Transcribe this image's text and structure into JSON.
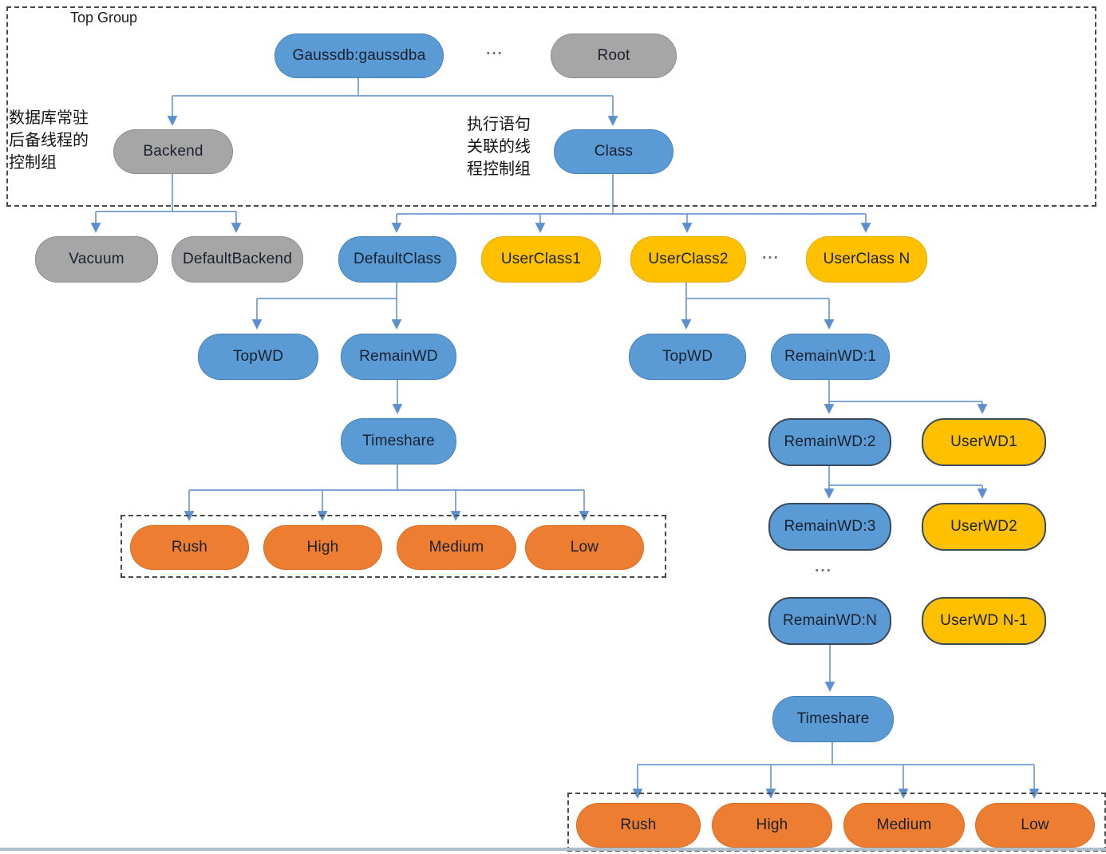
{
  "diagram": {
    "top_group_label": "Top Group",
    "ellipsis": "...",
    "notes": {
      "backend": [
        "数据库常驻",
        "后备线程的",
        "控制组"
      ],
      "class": [
        "执行语句",
        "关联的线",
        "程控制组"
      ]
    },
    "colors": {
      "blue": "#5B9BD5",
      "gray": "#A6A6A6",
      "yellow": "#FFC000",
      "orange": "#ED7D31",
      "line": "#6f9bd2",
      "arrow": "#5b8fd0",
      "outline": "#3a4a5c",
      "dash": "#4a4a4a",
      "divider": "#afbecf"
    },
    "nodes": [
      {
        "id": "gaussdb",
        "label": "Gaussdb:gaussdba",
        "type": "blue"
      },
      {
        "id": "root",
        "label": "Root",
        "type": "gray"
      },
      {
        "id": "backend",
        "label": "Backend",
        "type": "gray"
      },
      {
        "id": "class",
        "label": "Class",
        "type": "blue"
      },
      {
        "id": "vacuum",
        "label": "Vacuum",
        "type": "gray"
      },
      {
        "id": "default-backend",
        "label": "DefaultBackend",
        "type": "gray"
      },
      {
        "id": "default-class",
        "label": "DefaultClass",
        "type": "blue"
      },
      {
        "id": "user-class-1",
        "label": "UserClass1",
        "type": "yellow"
      },
      {
        "id": "user-class-2",
        "label": "UserClass2",
        "type": "yellow"
      },
      {
        "id": "user-class-n",
        "label": "UserClass N",
        "type": "yellow"
      },
      {
        "id": "topwd-left",
        "label": "TopWD",
        "type": "blue"
      },
      {
        "id": "remainwd",
        "label": "RemainWD",
        "type": "blue"
      },
      {
        "id": "topwd-right",
        "label": "TopWD",
        "type": "blue"
      },
      {
        "id": "remainwd-1",
        "label": "RemainWD:1",
        "type": "blue"
      },
      {
        "id": "timeshare-left",
        "label": "Timeshare",
        "type": "blue"
      },
      {
        "id": "remainwd-2",
        "label": "RemainWD:2",
        "type": "blue-outlined"
      },
      {
        "id": "userwd-1",
        "label": "UserWD1",
        "type": "yellow-outlined"
      },
      {
        "id": "remainwd-3",
        "label": "RemainWD:3",
        "type": "blue-outlined"
      },
      {
        "id": "userwd-2",
        "label": "UserWD2",
        "type": "yellow-outlined"
      },
      {
        "id": "remainwd-n",
        "label": "RemainWD:N",
        "type": "blue-outlined"
      },
      {
        "id": "userwd-n-1",
        "label": "UserWD N-1",
        "type": "yellow-outlined"
      },
      {
        "id": "timeshare-right",
        "label": "Timeshare",
        "type": "blue"
      },
      {
        "id": "rush-left",
        "label": "Rush",
        "type": "orange"
      },
      {
        "id": "high-left",
        "label": "High",
        "type": "orange"
      },
      {
        "id": "medium-left",
        "label": "Medium",
        "type": "orange"
      },
      {
        "id": "low-left",
        "label": "Low",
        "type": "orange"
      },
      {
        "id": "rush-bottom",
        "label": "Rush",
        "type": "orange"
      },
      {
        "id": "high-bottom",
        "label": "High",
        "type": "orange"
      },
      {
        "id": "medium-bottom",
        "label": "Medium",
        "type": "orange"
      },
      {
        "id": "low-bottom",
        "label": "Low",
        "type": "orange"
      }
    ]
  }
}
